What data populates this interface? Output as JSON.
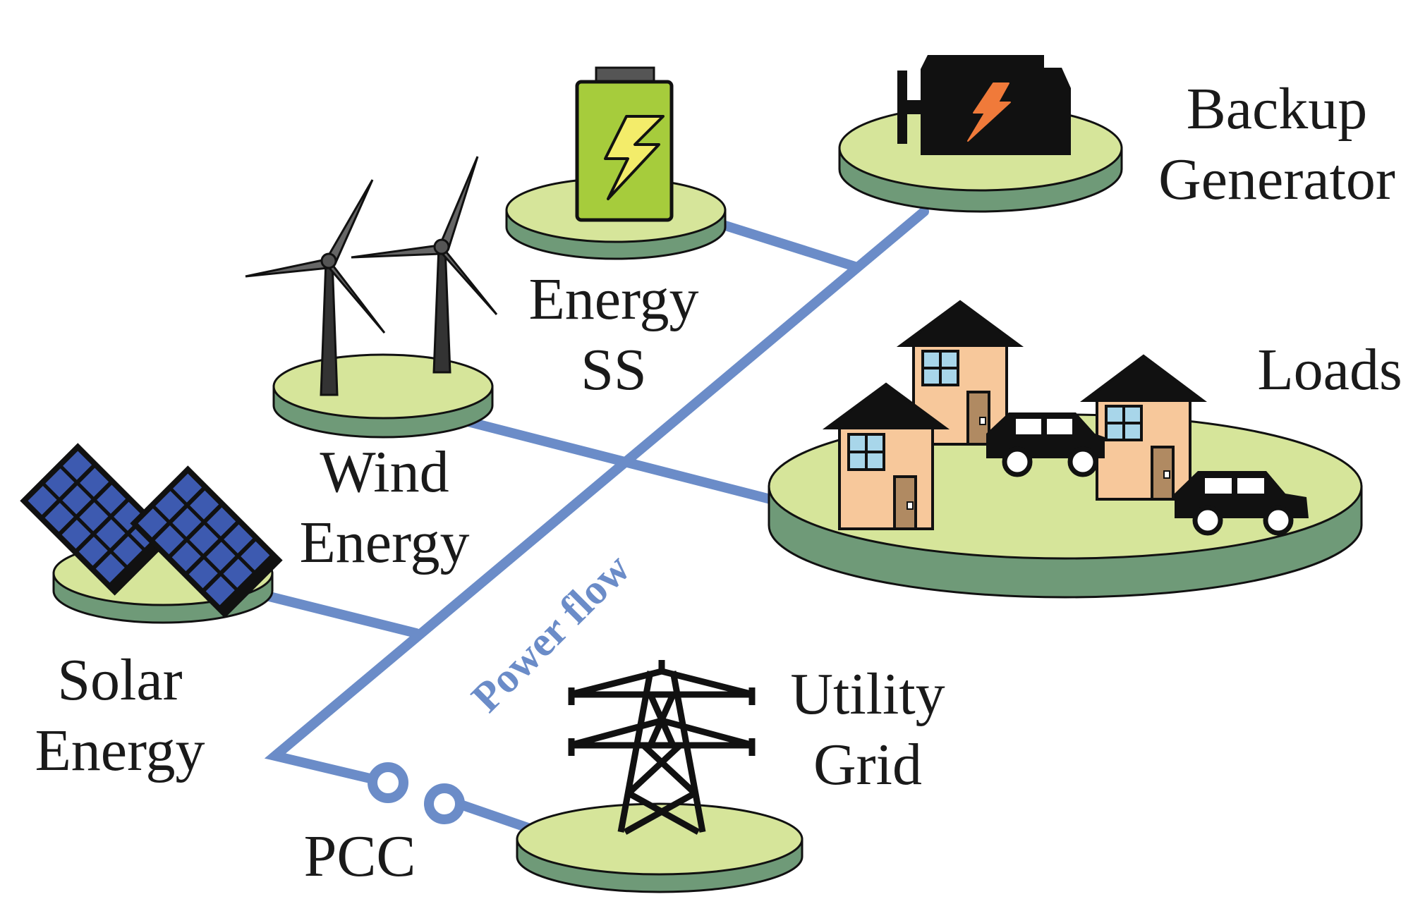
{
  "labels": {
    "backup_generator": [
      "Backup",
      "Generator"
    ],
    "energy_ss": [
      "Energy",
      "SS"
    ],
    "wind_energy": [
      "Wind",
      "Energy"
    ],
    "loads": "Loads",
    "solar_energy": [
      "Solar",
      "Energy"
    ],
    "utility_grid": [
      "Utility",
      "Grid"
    ],
    "pcc": "PCC",
    "power_flow": "Power flow"
  },
  "colors": {
    "platform_top": "#d6e59a",
    "platform_side": "#6f9a78",
    "line": "#6b8cc8",
    "house_wall": "#f7c89b",
    "battery_fill": "#a6cc3c",
    "bolt_yellow": "#f3ec6a",
    "bolt_orange": "#f07a3a",
    "solar_cell": "#3d5ab0",
    "turbine_blade": "#666666"
  },
  "icons": [
    "wind-turbine-icon",
    "battery-icon",
    "generator-icon",
    "house-icon",
    "car-icon",
    "solar-panel-icon",
    "transmission-tower-icon"
  ]
}
